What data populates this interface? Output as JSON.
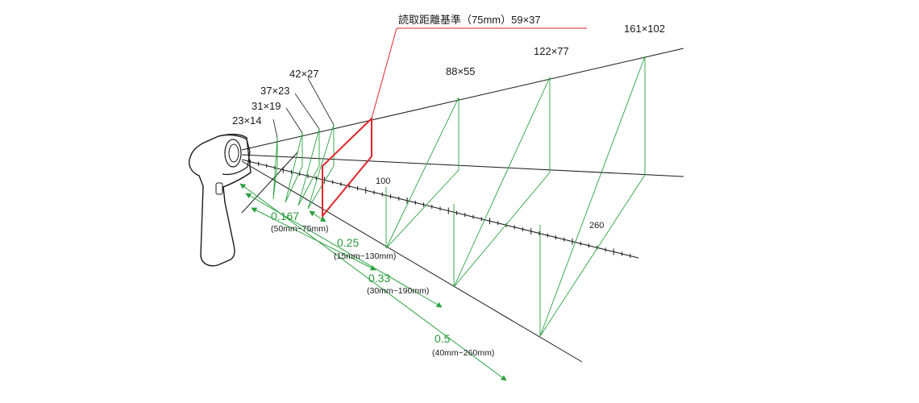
{
  "reference": {
    "label": "読取距離基準（75mm）59×37",
    "size": "59×37",
    "distance_mm": 75
  },
  "field_sizes": [
    {
      "label": "23×14"
    },
    {
      "label": "31×19"
    },
    {
      "label": "37×23"
    },
    {
      "label": "42×27"
    },
    {
      "label": "88×55"
    },
    {
      "label": "122×77"
    },
    {
      "label": "161×102"
    }
  ],
  "axis_ticks": [
    {
      "label": "100"
    },
    {
      "label": "260"
    }
  ],
  "depth_of_field": [
    {
      "resolution": "0.167",
      "range": "(50mm~75mm)"
    },
    {
      "resolution": "0.25",
      "range": "(15mm~130mm)"
    },
    {
      "resolution": "0.33",
      "range": "(30mm~190mm)"
    },
    {
      "resolution": "0.5",
      "range": "(40mm~260mm)"
    }
  ],
  "colors": {
    "guide": "#2aa13f",
    "reference": "#e0262b",
    "lines": "#1a1a1a"
  },
  "icons": [
    "barcode-scanner-icon"
  ]
}
